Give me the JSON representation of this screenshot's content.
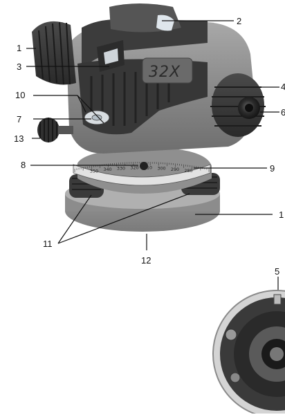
{
  "figure": {
    "callouts": [
      {
        "id": "c1",
        "label": "1"
      },
      {
        "id": "c2",
        "label": "2"
      },
      {
        "id": "c3",
        "label": "3"
      },
      {
        "id": "c4",
        "label": "4"
      },
      {
        "id": "c5",
        "label": "5"
      },
      {
        "id": "c6",
        "label": "6"
      },
      {
        "id": "c7",
        "label": "7"
      },
      {
        "id": "c8",
        "label": "8"
      },
      {
        "id": "c9",
        "label": "9"
      },
      {
        "id": "c10",
        "label": "10"
      },
      {
        "id": "c11",
        "label": "11"
      },
      {
        "id": "c12",
        "label": "12"
      },
      {
        "id": "c13",
        "label": "13"
      },
      {
        "id": "c14",
        "label": "1"
      }
    ],
    "body_marking": "32X",
    "scale_labels": [
      "350",
      "340",
      "330",
      "320",
      "310",
      "300",
      "290",
      "280"
    ]
  }
}
